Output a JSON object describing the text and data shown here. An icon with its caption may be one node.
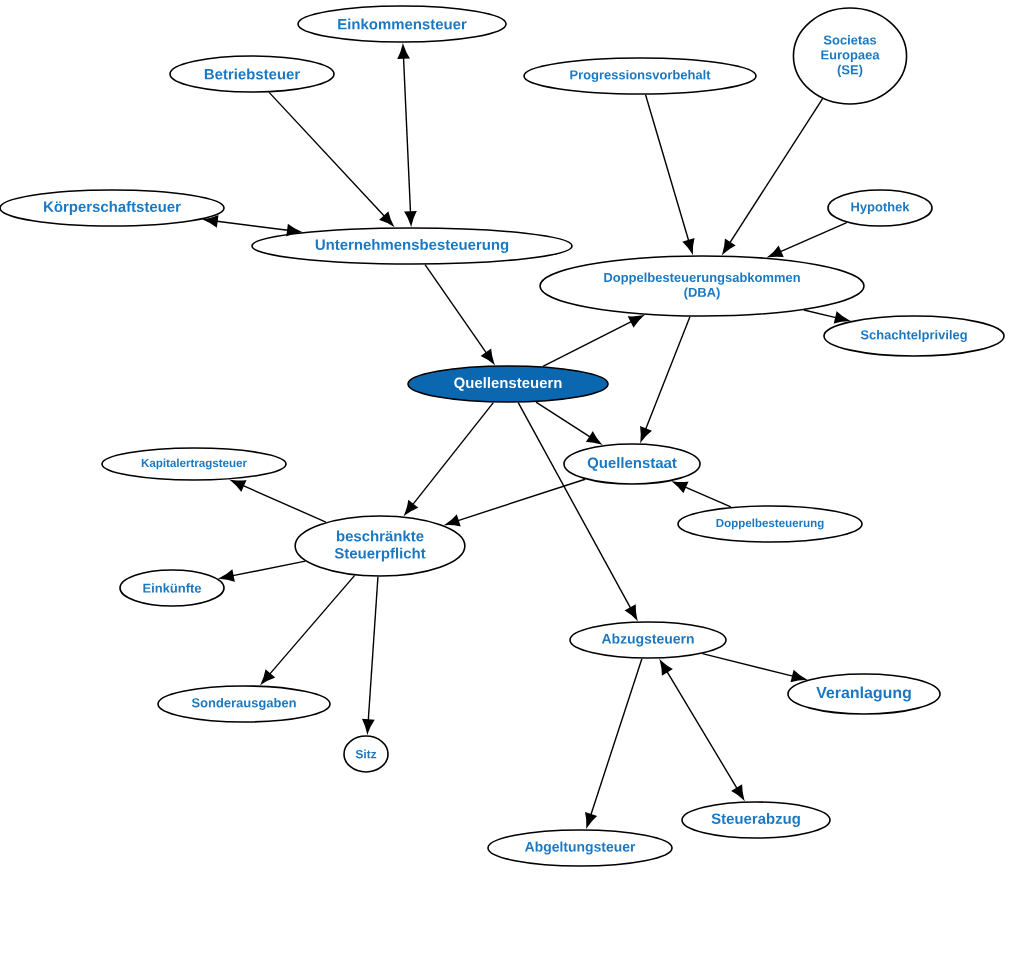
{
  "diagram": {
    "nodes": [
      {
        "text": [
          "Einkommensteuer"
        ]
      },
      {
        "text": [
          "Betriebsteuer"
        ]
      },
      {
        "text": [
          "Progressionsvorbehalt"
        ]
      },
      {
        "text": [
          "Societas Europaea (SE)"
        ]
      },
      {
        "text": [
          "Körperschaftsteuer"
        ]
      },
      {
        "text": [
          "Unternehmensbesteuerung"
        ]
      },
      {
        "text": [
          "Hypothek"
        ]
      },
      {
        "text": [
          "Doppelbesteuerungsabkommen (DBA)"
        ]
      },
      {
        "text": [
          "Schachtelprivileg"
        ]
      },
      {
        "text": [
          "Quellensteuern"
        ]
      },
      {
        "text": [
          "Kapitalertragsteuer"
        ]
      },
      {
        "text": [
          "Quellenstaat"
        ]
      },
      {
        "text": [
          "beschränkte Steuerpflicht"
        ]
      },
      {
        "text": [
          "Doppelbesteuerung"
        ]
      },
      {
        "text": [
          "Einkünfte"
        ]
      },
      {
        "text": [
          "Abzugsteuern"
        ]
      },
      {
        "text": [
          "Veranlagung"
        ]
      },
      {
        "text": [
          "Sonderausgaben"
        ]
      },
      {
        "text": [
          "Sitz"
        ]
      },
      {
        "text": [
          "Steuerabzug"
        ]
      },
      {
        "text": [
          "Abgeltungsteuer"
        ]
      }
    ],
    "edges": [
      {
        "from": 0,
        "to": 5,
        "arrow": "both"
      },
      {
        "from": 1,
        "to": 5,
        "arrow": "to"
      },
      {
        "from": 4,
        "to": 5,
        "arrow": "both"
      },
      {
        "from": 5,
        "to": 9,
        "arrow": "to"
      },
      {
        "from": 2,
        "to": 7,
        "arrow": "to"
      },
      {
        "from": 3,
        "to": 7,
        "arrow": "to"
      },
      {
        "from": 6,
        "to": 7,
        "arrow": "to"
      },
      {
        "from": 7,
        "to": 8,
        "arrow": "to"
      },
      {
        "from": 9,
        "to": 7,
        "arrow": "to"
      },
      {
        "from": 7,
        "to": 11,
        "arrow": "to"
      },
      {
        "from": 9,
        "to": 11,
        "arrow": "to"
      },
      {
        "from": 9,
        "to": 12,
        "arrow": "to"
      },
      {
        "from": 9,
        "to": 15,
        "arrow": "to"
      },
      {
        "from": 11,
        "to": 12,
        "arrow": "to"
      },
      {
        "from": 13,
        "to": 11,
        "arrow": "to"
      },
      {
        "from": 12,
        "to": 10,
        "arrow": "to"
      },
      {
        "from": 12,
        "to": 14,
        "arrow": "to"
      },
      {
        "from": 12,
        "to": 17,
        "arrow": "to"
      },
      {
        "from": 12,
        "to": 18,
        "arrow": "to"
      },
      {
        "from": 15,
        "to": 16,
        "arrow": "to"
      },
      {
        "from": 15,
        "to": 20,
        "arrow": "to"
      },
      {
        "from": 15,
        "to": 19,
        "arrow": "both"
      }
    ]
  }
}
